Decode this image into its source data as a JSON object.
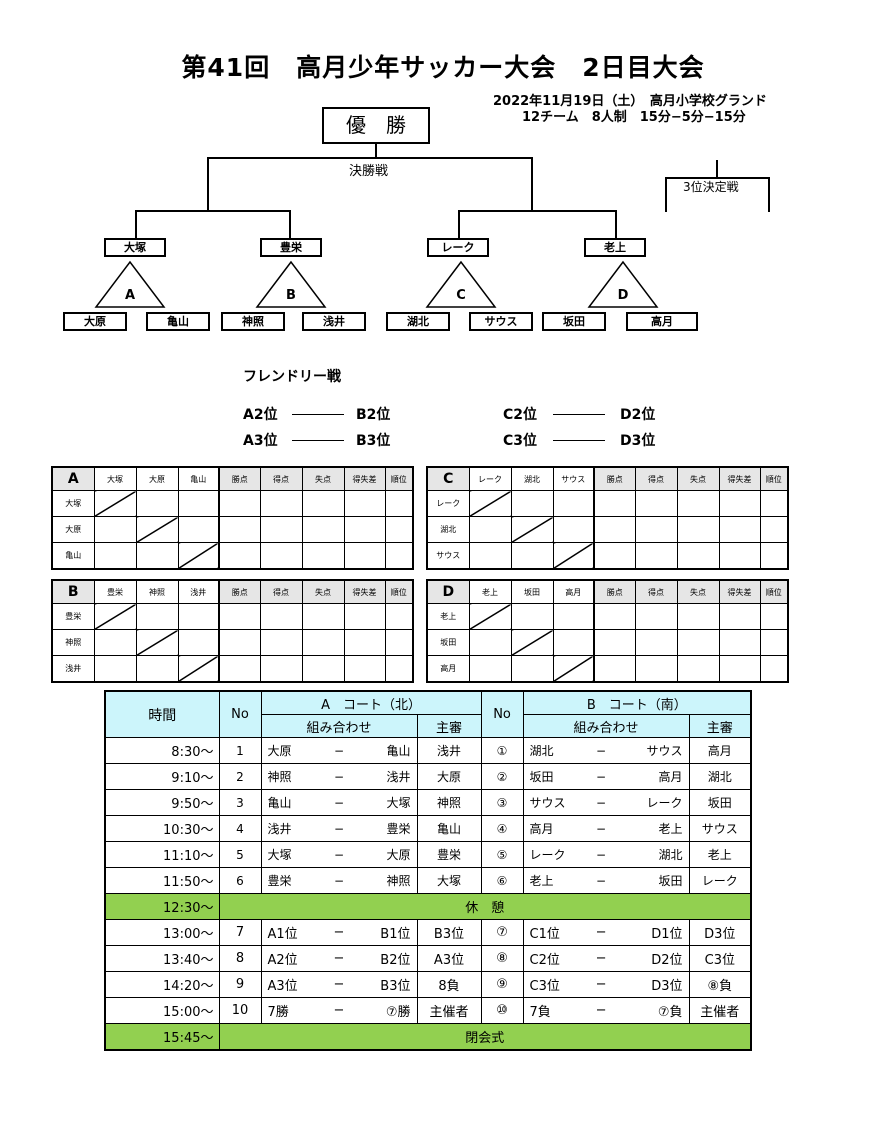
{
  "title": "第41回　高月少年サッカー大会　2日目大会",
  "info": {
    "line1": "2022年11月19日（土）　高月小学校グランド",
    "line2": "12チーム　8人制　15分−5分−15分"
  },
  "bracket": {
    "champion": "優　勝",
    "final": "決勝戦",
    "third": "3位決定戦"
  },
  "groups": [
    {
      "label": "A",
      "winner": "大塚",
      "left": "大原",
      "right": "亀山"
    },
    {
      "label": "B",
      "winner": "豊栄",
      "left": "神照",
      "right": "浅井"
    },
    {
      "label": "C",
      "winner": "レーク",
      "left": "湖北",
      "right": "サウス"
    },
    {
      "label": "D",
      "winner": "老上",
      "left": "坂田",
      "right": "高月"
    }
  ],
  "friendly": {
    "title": "フレンドリー戦",
    "matches": [
      {
        "left": "A2位",
        "right": "B2位"
      },
      {
        "left": "A3位",
        "right": "B3位"
      },
      {
        "left": "C2位",
        "right": "D2位"
      },
      {
        "left": "C3位",
        "right": "D3位"
      }
    ]
  },
  "league_headers": [
    "勝点",
    "得点",
    "失点",
    "得失差",
    "順位"
  ],
  "leagues": [
    {
      "label": "A",
      "teams": [
        "大塚",
        "大原",
        "亀山"
      ]
    },
    {
      "label": "C",
      "teams": [
        "レーク",
        "湖北",
        "サウス"
      ]
    },
    {
      "label": "B",
      "teams": [
        "豊栄",
        "神照",
        "浅井"
      ]
    },
    {
      "label": "D",
      "teams": [
        "老上",
        "坂田",
        "高月"
      ]
    }
  ],
  "schedule": {
    "h_time": "時間",
    "h_no": "No",
    "h_court_a": "A　コート（北）",
    "h_court_b": "B　コート（南）",
    "h_matchup": "組み合わせ",
    "h_referee": "主審",
    "dash": "−",
    "rows": [
      {
        "time": "8:30〜",
        "no_a": "1",
        "a1": "大原",
        "a2": "亀山",
        "ref_a": "浅井",
        "no_b": "①",
        "b1": "湖北",
        "b2": "サウス",
        "ref_b": "高月"
      },
      {
        "time": "9:10〜",
        "no_a": "2",
        "a1": "神照",
        "a2": "浅井",
        "ref_a": "大原",
        "no_b": "②",
        "b1": "坂田",
        "b2": "高月",
        "ref_b": "湖北"
      },
      {
        "time": "9:50〜",
        "no_a": "3",
        "a1": "亀山",
        "a2": "大塚",
        "ref_a": "神照",
        "no_b": "③",
        "b1": "サウス",
        "b2": "レーク",
        "ref_b": "坂田"
      },
      {
        "time": "10:30〜",
        "no_a": "4",
        "a1": "浅井",
        "a2": "豊栄",
        "ref_a": "亀山",
        "no_b": "④",
        "b1": "高月",
        "b2": "老上",
        "ref_b": "サウス"
      },
      {
        "time": "11:10〜",
        "no_a": "5",
        "a1": "大塚",
        "a2": "大原",
        "ref_a": "豊栄",
        "no_b": "⑤",
        "b1": "レーク",
        "b2": "湖北",
        "ref_b": "老上"
      },
      {
        "time": "11:50〜",
        "no_a": "6",
        "a1": "豊栄",
        "a2": "神照",
        "ref_a": "大塚",
        "no_b": "⑥",
        "b1": "老上",
        "b2": "坂田",
        "ref_b": "レーク"
      }
    ],
    "break": {
      "time": "12:30〜",
      "label": "休　憩"
    },
    "rows2": [
      {
        "time": "13:00〜",
        "no_a": "7",
        "a1": "A1位",
        "a2": "B1位",
        "ref_a": "B3位",
        "no_b": "⑦",
        "b1": "C1位",
        "b2": "D1位",
        "ref_b": "D3位"
      },
      {
        "time": "13:40〜",
        "no_a": "8",
        "a1": "A2位",
        "a2": "B2位",
        "ref_a": "A3位",
        "no_b": "⑧",
        "b1": "C2位",
        "b2": "D2位",
        "ref_b": "C3位"
      },
      {
        "time": "14:20〜",
        "no_a": "9",
        "a1": "A3位",
        "a2": "B3位",
        "ref_a": "8負",
        "no_b": "⑨",
        "b1": "C3位",
        "b2": "D3位",
        "ref_b": "⑧負"
      },
      {
        "time": "15:00〜",
        "no_a": "10",
        "a1": "7勝",
        "a2": "⑦勝",
        "ref_a": "主催者",
        "no_b": "⑩",
        "b1": "7負",
        "b2": "⑦負",
        "ref_b": "主催者"
      }
    ],
    "closing": {
      "time": "15:45〜",
      "label": "閉会式"
    }
  }
}
